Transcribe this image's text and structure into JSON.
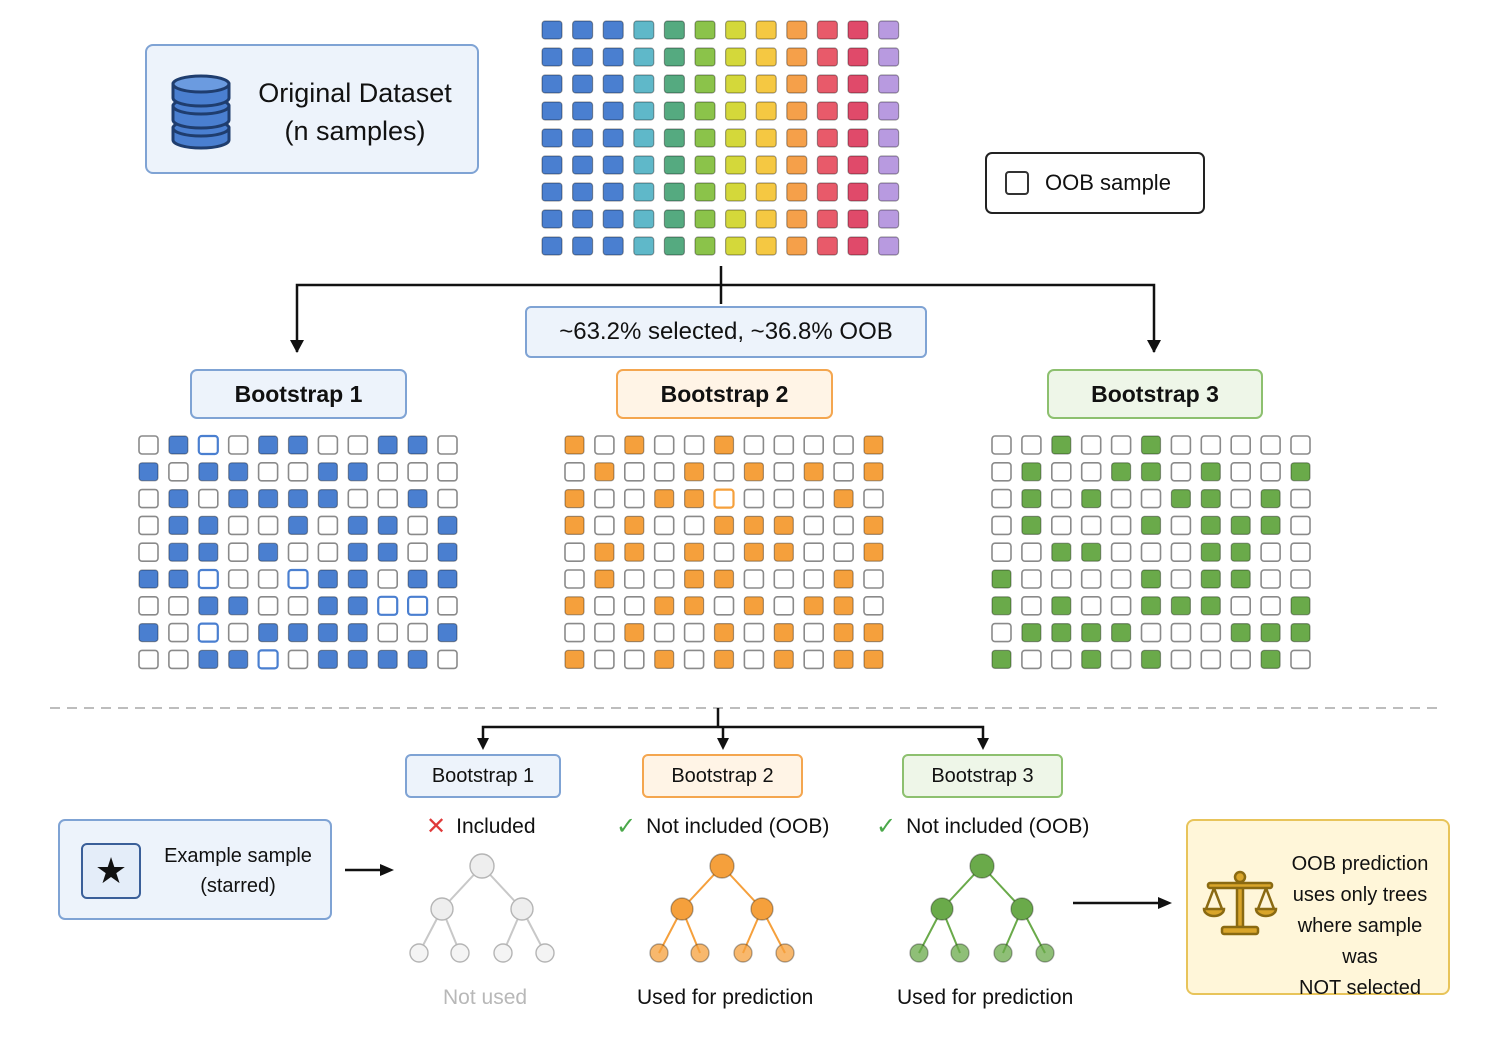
{
  "colors": {
    "dataset_columns": [
      "#4a7fd0",
      "#4a7fd0",
      "#4a7fd0",
      "#5fb8c9",
      "#55aa80",
      "#8bc34a",
      "#d4d83a",
      "#f5c842",
      "#f5a04a",
      "#e85a6a",
      "#e04a6a",
      "#b89ae0",
      "#a578d6"
    ],
    "bootstrap_1": "#4a7fd0",
    "bootstrap_2": "#f5a03c",
    "bootstrap_3": "#6aaa4a",
    "unused_tree": "#c8c8c8"
  },
  "dataset": {
    "title_line1": "Original Dataset",
    "title_line2": "(n samples)",
    "icon": "database-icon"
  },
  "legend": {
    "label": "OOB sample"
  },
  "ratio_label": "~63.2% selected, ~36.8% OOB",
  "bootstraps": [
    {
      "label": "Bootstrap 1",
      "color_key": "bootstrap_1",
      "grid": [
        "01001100110",
        "10110011000",
        "01011110010",
        "01100101101",
        "01101001101",
        "11000011011",
        "00110011000",
        "10001111001",
        "00110011110"
      ],
      "outline": [
        "00100000000",
        "00010001000",
        "00010000000",
        "00000100000",
        "01000000100",
        "00100100000",
        "00000000110",
        "00100100000",
        "00001000000"
      ]
    },
    {
      "label": "Bootstrap 2",
      "color_key": "bootstrap_2",
      "grid": [
        "10100100001",
        "01001010101",
        "10011000010",
        "10100111001",
        "01101011001",
        "01001100010",
        "10011010110",
        "00100101011",
        "10010101011"
      ],
      "outline": [
        "10000000001",
        "00000000000",
        "00000100000",
        "00000000000",
        "00000000000",
        "00000000000",
        "00000000000",
        "00000000000",
        "00000000000"
      ]
    },
    {
      "label": "Bootstrap 3",
      "color_key": "bootstrap_3",
      "grid": [
        "00100100000",
        "01001101001",
        "01010011010",
        "01000101110",
        "00110001100",
        "10000101100",
        "10100111001",
        "01111000111",
        "10010100010"
      ],
      "outline": [
        "00000000000",
        "00000000000",
        "00000000000",
        "00000000000",
        "00000000000",
        "00000000000",
        "00000000000",
        "00000000000",
        "00000000000"
      ]
    }
  ],
  "example": {
    "label_line1": "Example sample",
    "label_line2": "(starred)",
    "icon": "star-icon",
    "results": [
      {
        "bootstrap": "Bootstrap 1",
        "status": "Included",
        "status_icon": "x-icon",
        "caption": "Not used",
        "color_key": "unused_tree"
      },
      {
        "bootstrap": "Bootstrap 2",
        "status": "Not included (OOB)",
        "status_icon": "check-icon",
        "caption": "Used for prediction",
        "color_key": "bootstrap_2"
      },
      {
        "bootstrap": "Bootstrap 3",
        "status": "Not included (OOB)",
        "status_icon": "check-icon",
        "caption": "Used for prediction",
        "color_key": "bootstrap_3"
      }
    ]
  },
  "prediction": {
    "line1": "OOB prediction",
    "line2": "uses only trees",
    "line3": "where sample was",
    "line4": "NOT selected",
    "icon": "balance-scale-icon"
  }
}
